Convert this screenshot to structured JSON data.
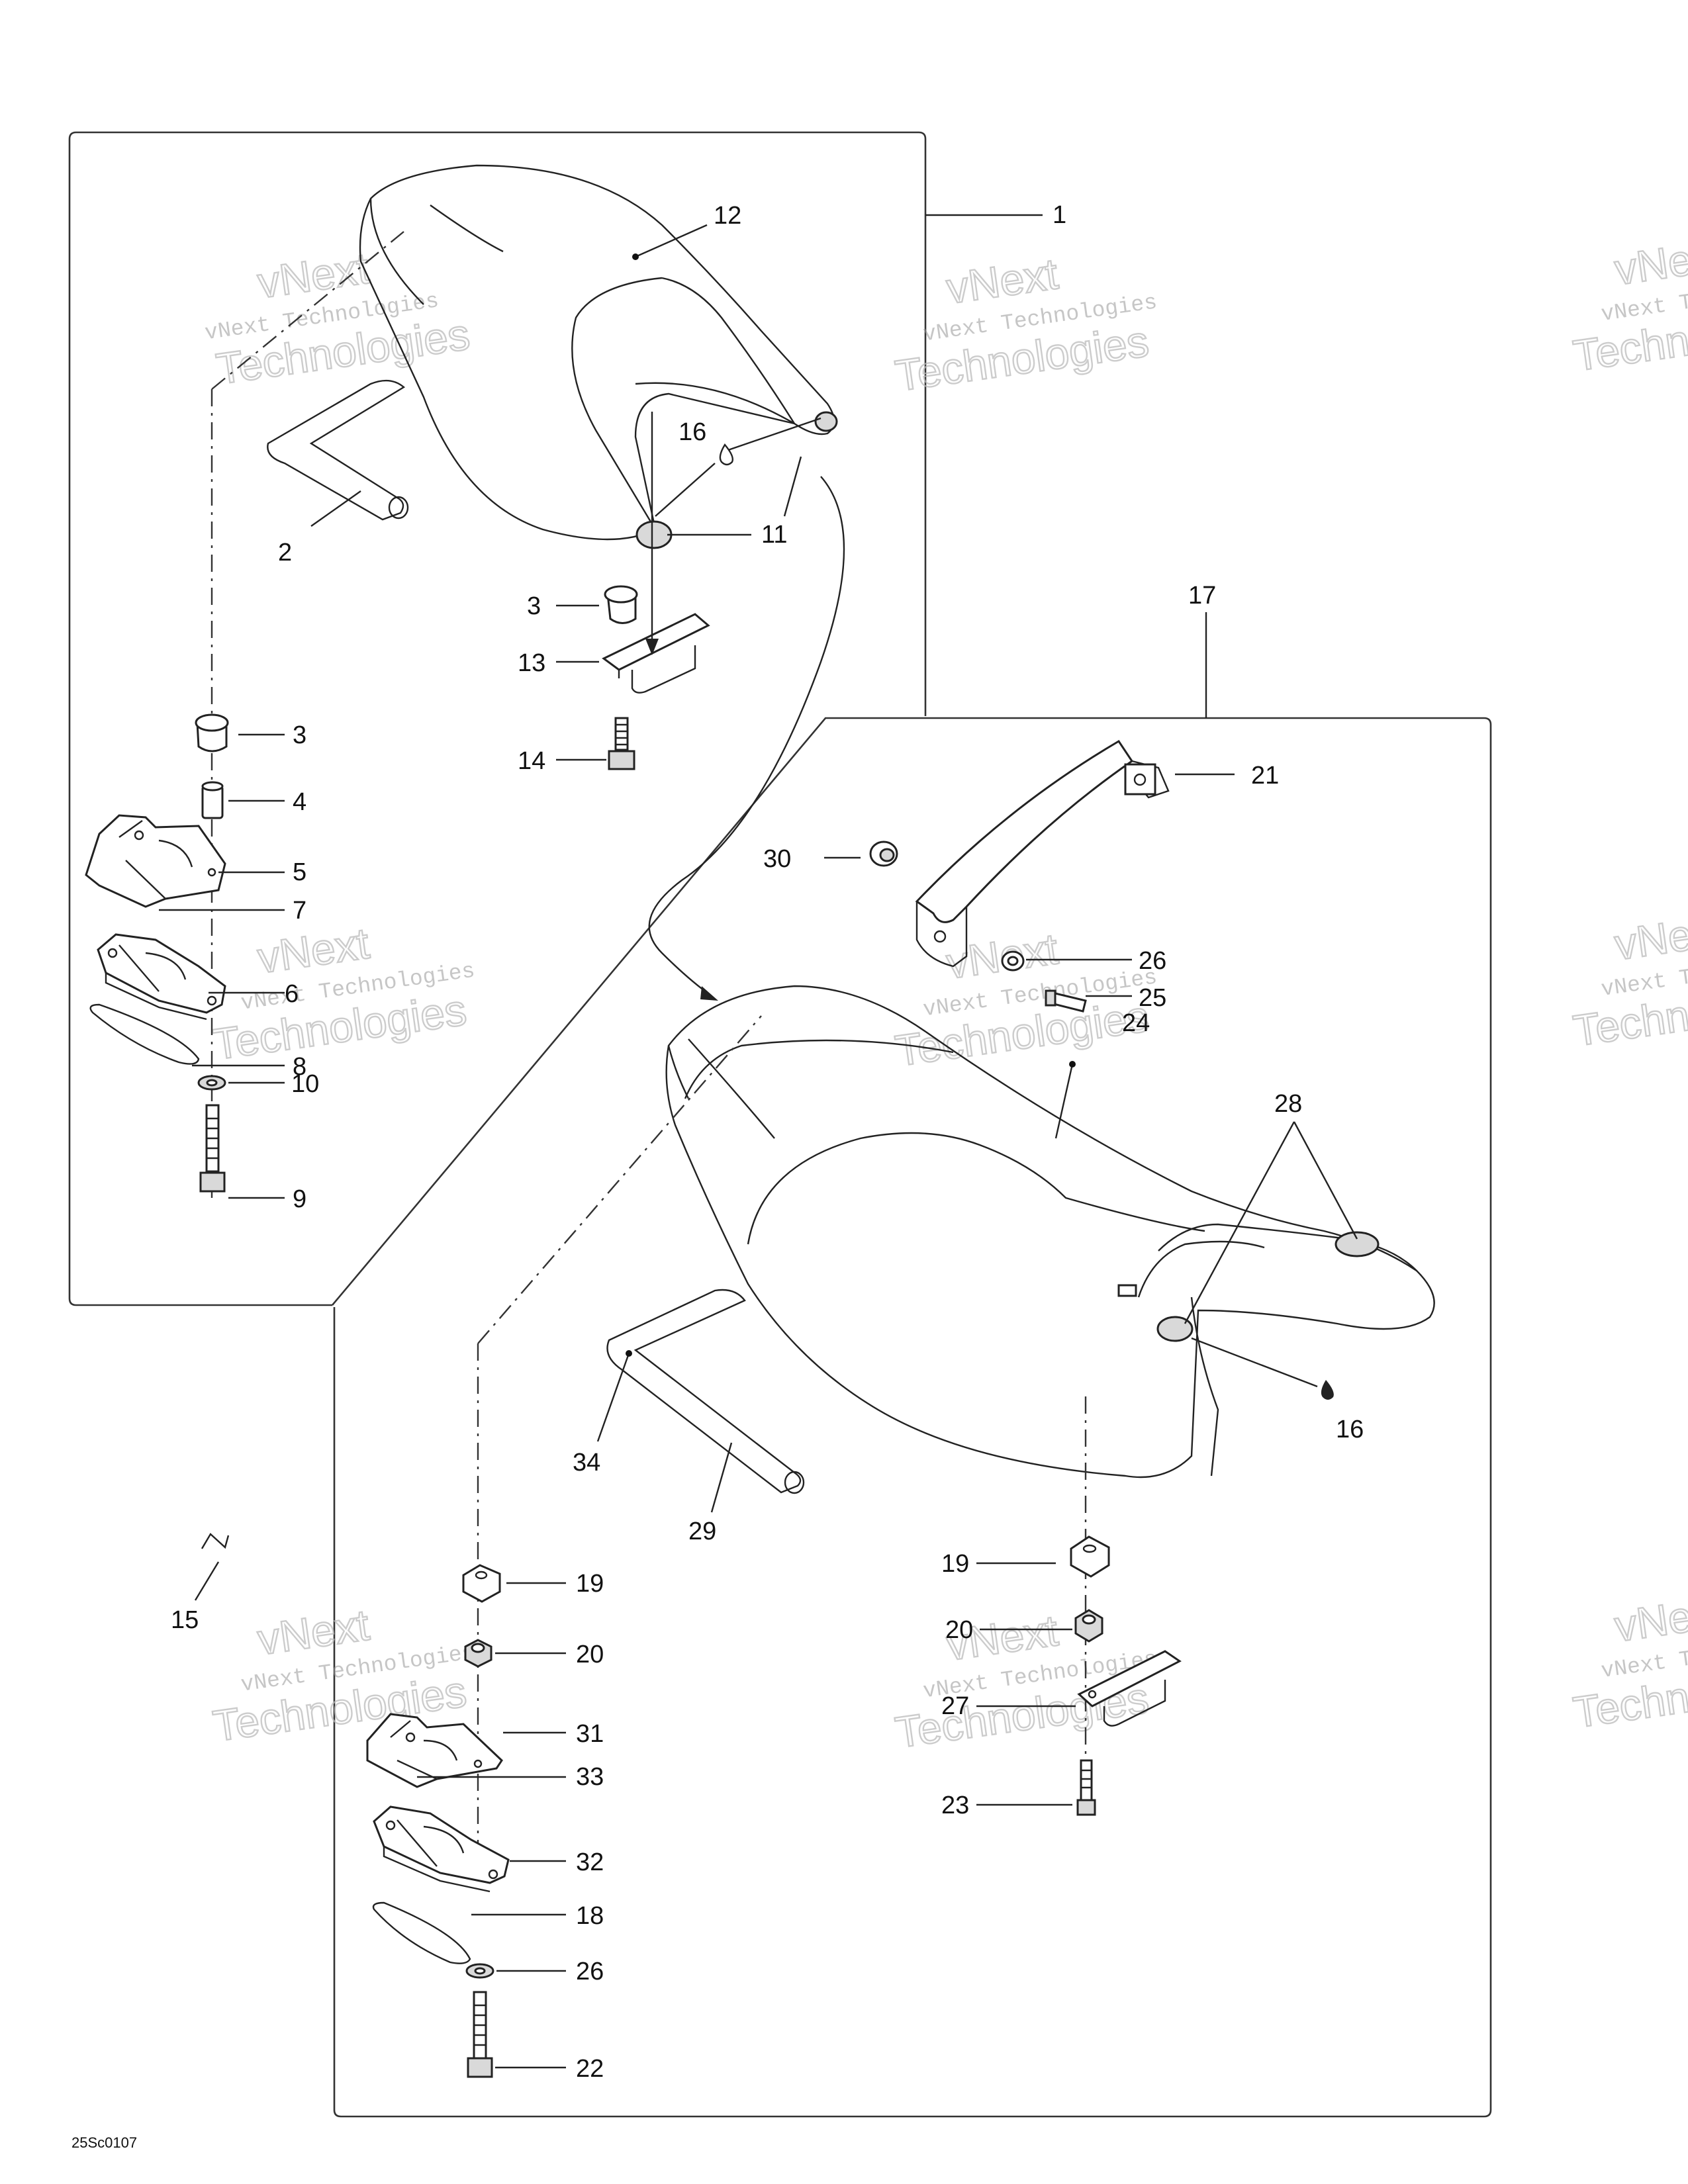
{
  "diagram_code": "25Sc0107",
  "watermark": {
    "line1": "vNext Technologies",
    "line2": "Technologies",
    "line3": "vNext"
  },
  "callouts": {
    "c1": "1",
    "c12": "12",
    "c2": "2",
    "c16a": "16",
    "c11": "11",
    "c3a": "3",
    "c13": "13",
    "c14": "14",
    "c3b": "3",
    "c4": "4",
    "c5": "5",
    "c7": "7",
    "c6": "6",
    "c8": "8",
    "c10": "10",
    "c9": "9",
    "c17": "17",
    "c21": "21",
    "c30": "30",
    "c26a": "26",
    "c25": "25",
    "c24": "24",
    "c28": "28",
    "c16b": "16",
    "c34": "34",
    "c29": "29",
    "c15": "15",
    "c19a": "19",
    "c20a": "20",
    "c31": "31",
    "c33": "33",
    "c32": "32",
    "c18": "18",
    "c26b": "26",
    "c22": "22",
    "c19b": "19",
    "c20b": "20",
    "c27": "27",
    "c23": "23"
  }
}
